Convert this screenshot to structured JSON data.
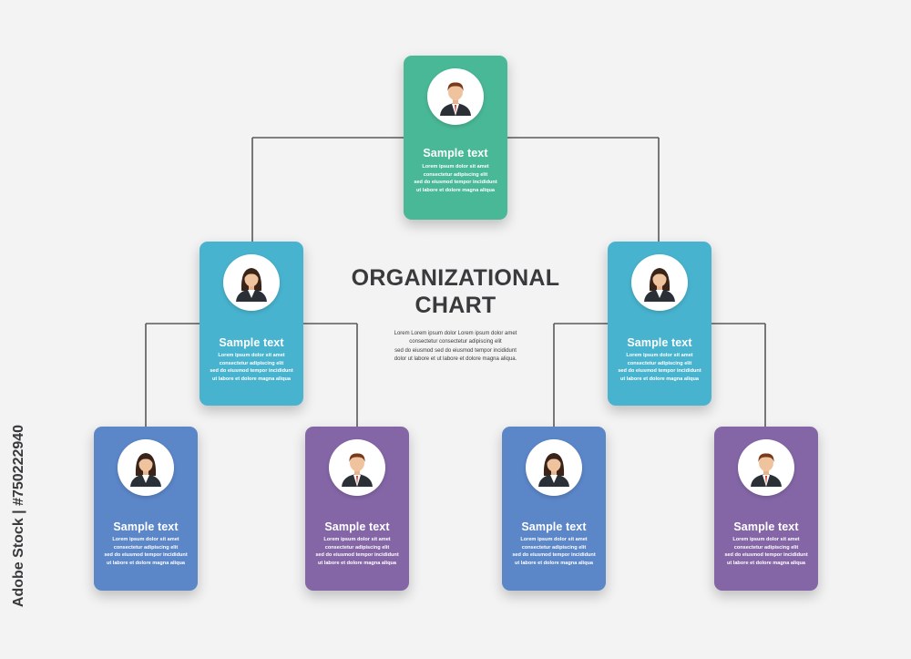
{
  "title": {
    "line1": "ORGANIZATIONAL",
    "line2": "CHART"
  },
  "title_description": "Lorem  Lorem ipsum dolor Lorem ipsum dolor amet\nconsectetur  consectetur adipiscing elit\nsed  do eiusmod sed do eiusmod tempor incididunt\ndolor  ut labore et  ut labore et dolore magna aliqua.",
  "watermark": "Adobe Stock | #750222940",
  "colors": {
    "top": "#49b896",
    "second": "#48b3ce",
    "third_blue": "#5b86c8",
    "third_purple": "#8466a6",
    "connector": "#5a5a5a"
  },
  "nodes": [
    {
      "id": "ceo",
      "title": "Sample text",
      "desc": "Lorem ipsum dolor sit amet\nconsectetur adipiscing elit\nsed do eiusmod tempor incididunt\nut labore et dolore magna aliqua",
      "avatar": "man-avatar-icon",
      "color": "#49b896"
    },
    {
      "id": "manager-left",
      "title": "Sample text",
      "desc": "Lorem ipsum dolor sit amet\nconsectetur adipiscing elit\nsed do eiusmod tempor incididunt\nut labore et dolore magna aliqua",
      "avatar": "woman-avatar-icon",
      "color": "#48b3ce"
    },
    {
      "id": "manager-right",
      "title": "Sample text",
      "desc": "Lorem ipsum dolor sit amet\nconsectetur adipiscing elit\nsed do eiusmod tempor incididunt\nut labore et dolore magna aliqua",
      "avatar": "woman-avatar-icon",
      "color": "#48b3ce"
    },
    {
      "id": "staff-1",
      "title": "Sample text",
      "desc": "Lorem ipsum dolor sit amet\nconsectetur adipiscing elit\nsed do eiusmod tempor incididunt\nut labore et dolore magna aliqua",
      "avatar": "woman-avatar-icon",
      "color": "#5b86c8"
    },
    {
      "id": "staff-2",
      "title": "Sample text",
      "desc": "Lorem ipsum dolor sit amet\nconsectetur adipiscing elit\nsed do eiusmod tempor incididunt\nut labore et dolore magna aliqua",
      "avatar": "man-avatar-icon",
      "color": "#8466a6"
    },
    {
      "id": "staff-3",
      "title": "Sample text",
      "desc": "Lorem ipsum dolor sit amet\nconsectetur adipiscing elit\nsed do eiusmod tempor incididunt\nut labore et dolore magna aliqua",
      "avatar": "woman-avatar-icon",
      "color": "#5b86c8"
    },
    {
      "id": "staff-4",
      "title": "Sample text",
      "desc": "Lorem ipsum dolor sit amet\nconsectetur adipiscing elit\nsed do eiusmod tempor incididunt\nut labore et dolore magna aliqua",
      "avatar": "man-avatar-icon",
      "color": "#8466a6"
    }
  ],
  "edges": [
    [
      "ceo",
      "manager-left"
    ],
    [
      "ceo",
      "manager-right"
    ],
    [
      "manager-left",
      "staff-1"
    ],
    [
      "manager-left",
      "staff-2"
    ],
    [
      "manager-right",
      "staff-3"
    ],
    [
      "manager-right",
      "staff-4"
    ]
  ]
}
